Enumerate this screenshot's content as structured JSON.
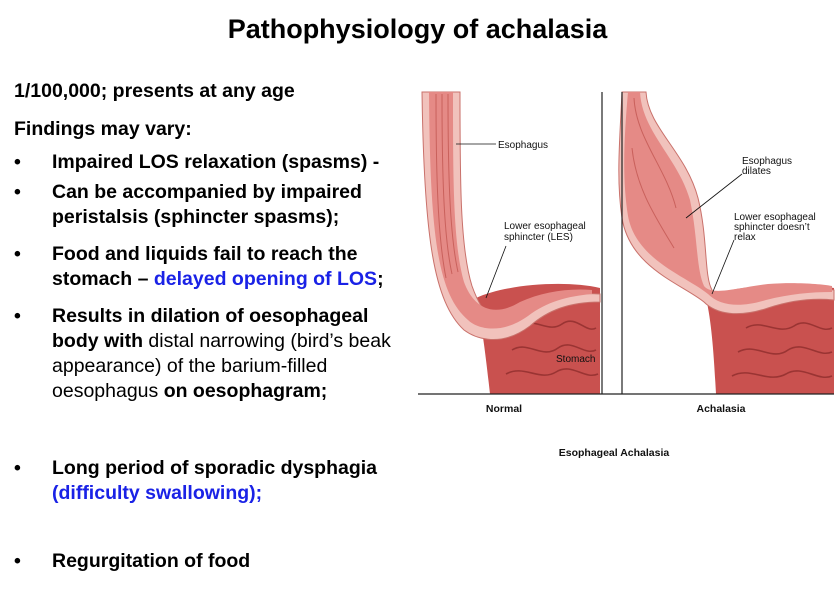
{
  "title": "Pathophysiology of achalasia",
  "intro": {
    "line1": "1/100,000; presents at any age",
    "line2": "Findings may vary:"
  },
  "bullets": [
    {
      "text": "Impaired LOS relaxation (spasms) -"
    },
    {
      "text": "Can be accompanied by impaired peristalsis (sphincter spasms);"
    },
    {
      "text_a": "Food and liquids fail to reach the stomach – ",
      "text_blue": "delayed opening of LOS",
      "text_b": ";"
    },
    {
      "bold_a": "Results in dilation of oesophageal body with",
      "normal_a": " distal narrowing (bird’s beak appearance) of the barium-filled oesophagus ",
      "bold_b": "on oesophagram;"
    },
    {
      "bold": "Long period of sporadic dysphagia ",
      "blue": "(difficulty swallowing);"
    },
    {
      "text": "Regurgitation of food"
    }
  ],
  "illustration": {
    "labels": {
      "esophagus": "Esophagus",
      "les_line1": "Lower esophageal",
      "les_line2": "sphincter (LES)",
      "stomach": "Stomach",
      "dilates_line1": "Esophagus",
      "dilates_line2": "dilates",
      "lesr_line1": "Lower esophageal",
      "lesr_line2": "sphincter doesn’t",
      "lesr_line3": "relax"
    },
    "panel_normal": "Normal",
    "panel_achalasia": "Achalasia",
    "caption": "Esophageal Achalasia",
    "colors": {
      "tissue": "#e58a86",
      "wall": "#f1c2bc",
      "stomach": "#c9514f"
    }
  }
}
